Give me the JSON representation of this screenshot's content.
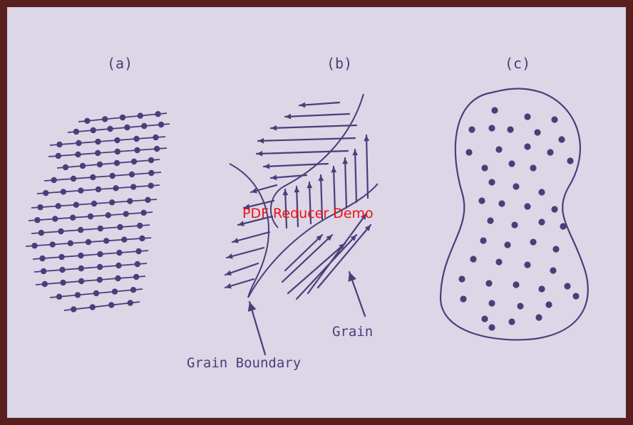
{
  "labels": {
    "panel_a": "(a)",
    "panel_b": "(b)",
    "panel_c": "(c)",
    "grain": "Grain",
    "grain_boundary": "Grain Boundary"
  },
  "watermark": "PDF Reducer Demo",
  "colors": {
    "frame": "#5a1f1f",
    "background": "#dcd6e6",
    "ink": "#4a3e7a",
    "watermark": "#ee1111"
  }
}
